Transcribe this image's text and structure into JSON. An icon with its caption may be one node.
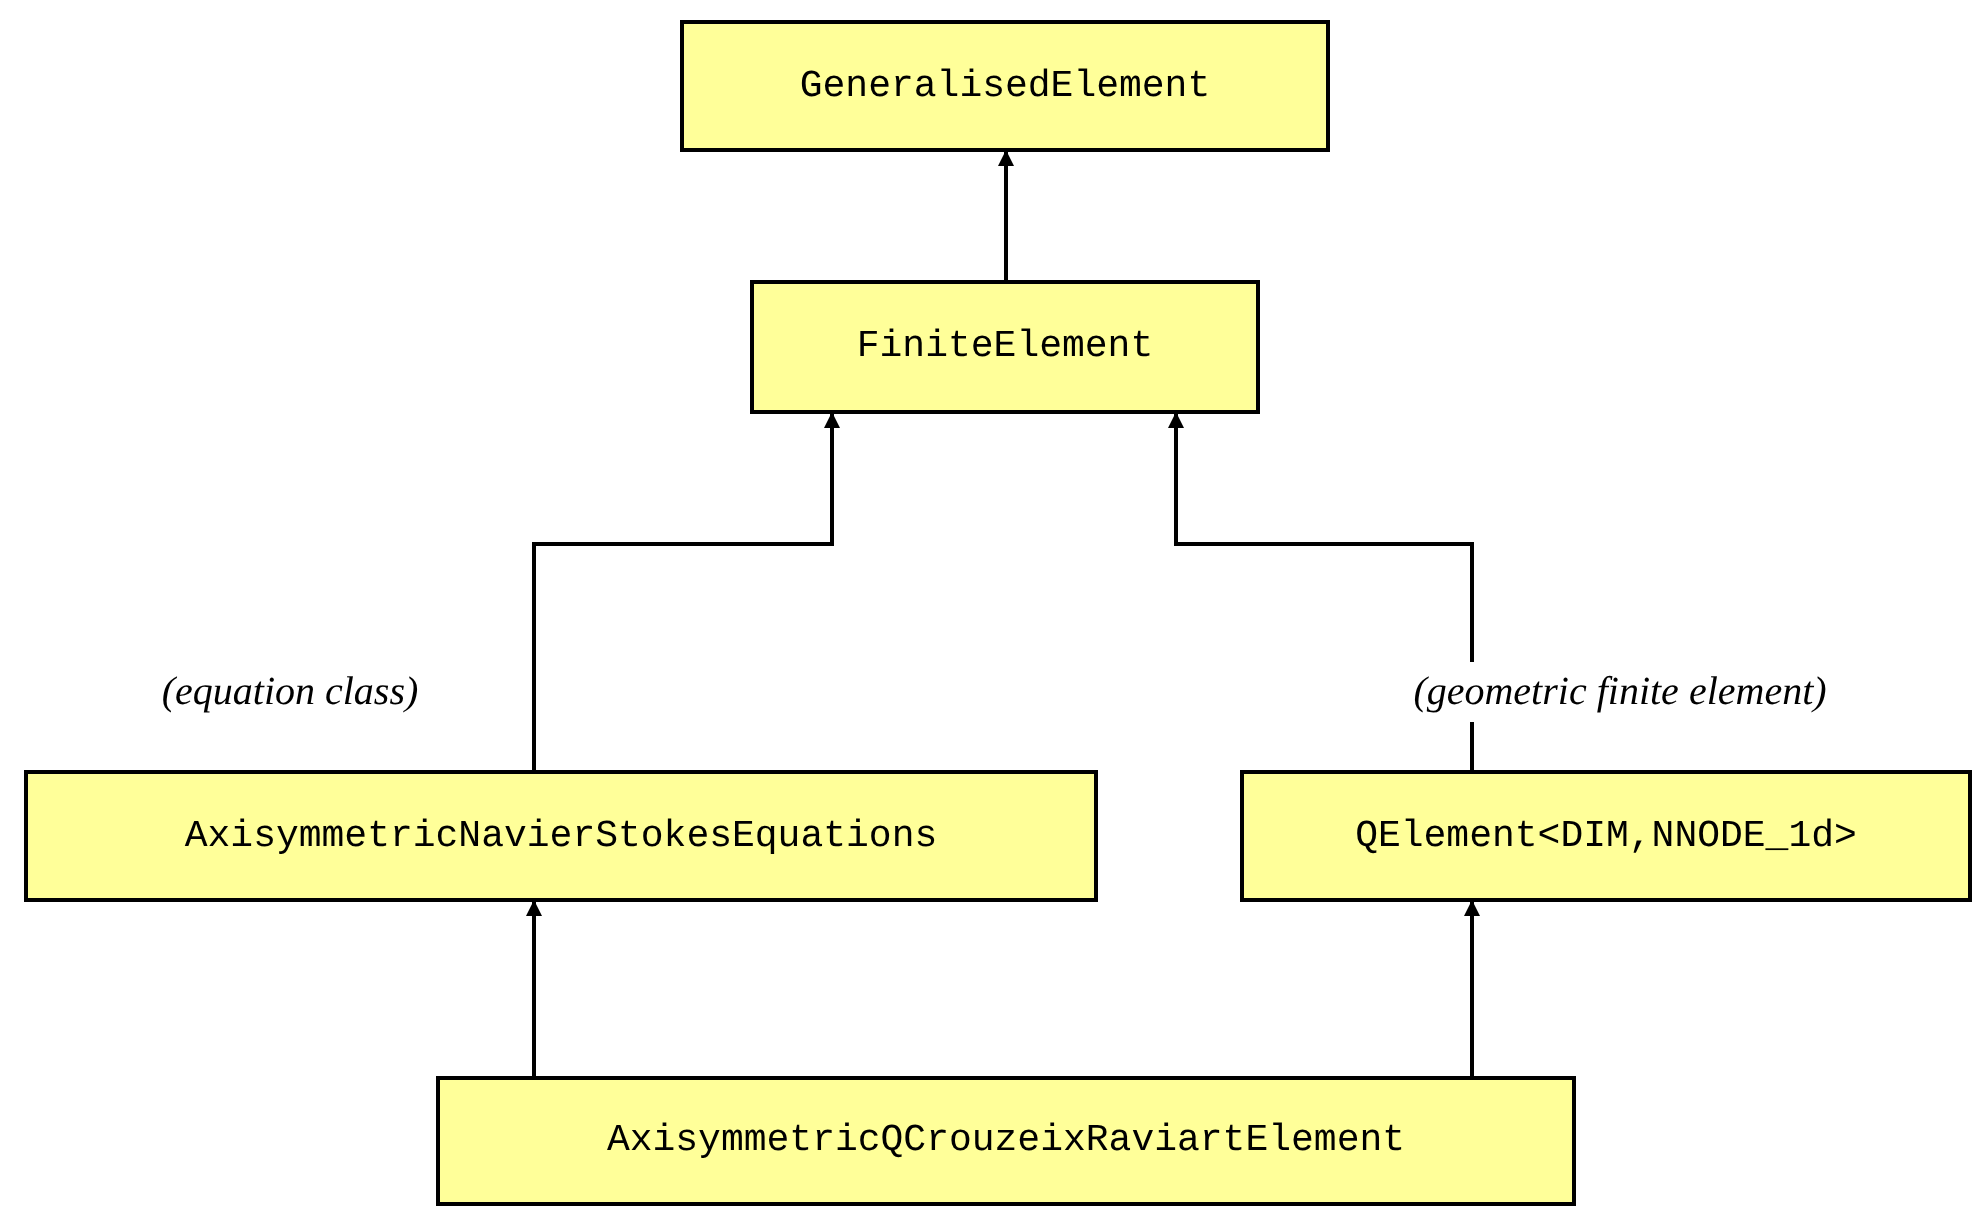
{
  "diagram": {
    "nodes": [
      {
        "text": [
          "GeneralisedElement"
        ]
      },
      {
        "text": [
          "FiniteElement"
        ]
      },
      {
        "text": [
          "AxisymmetricNavierStokesEquations"
        ],
        "beside": [
          "(equation class)"
        ]
      },
      {
        "text": [
          "QElement<DIM,NNODE_1d>"
        ],
        "beside": [
          "(geometric finite element)"
        ]
      },
      {
        "text": [
          "AxisymmetricQCrouzeixRaviartElement"
        ]
      }
    ],
    "edges": [
      {
        "from": 1,
        "to": 0,
        "arrow": "to"
      },
      {
        "from": 2,
        "to": 1,
        "arrow": "to"
      },
      {
        "from": 3,
        "to": 1,
        "arrow": "to"
      },
      {
        "from": 4,
        "to": 2,
        "arrow": "to"
      },
      {
        "from": 4,
        "to": 3,
        "arrow": "to"
      }
    ]
  }
}
